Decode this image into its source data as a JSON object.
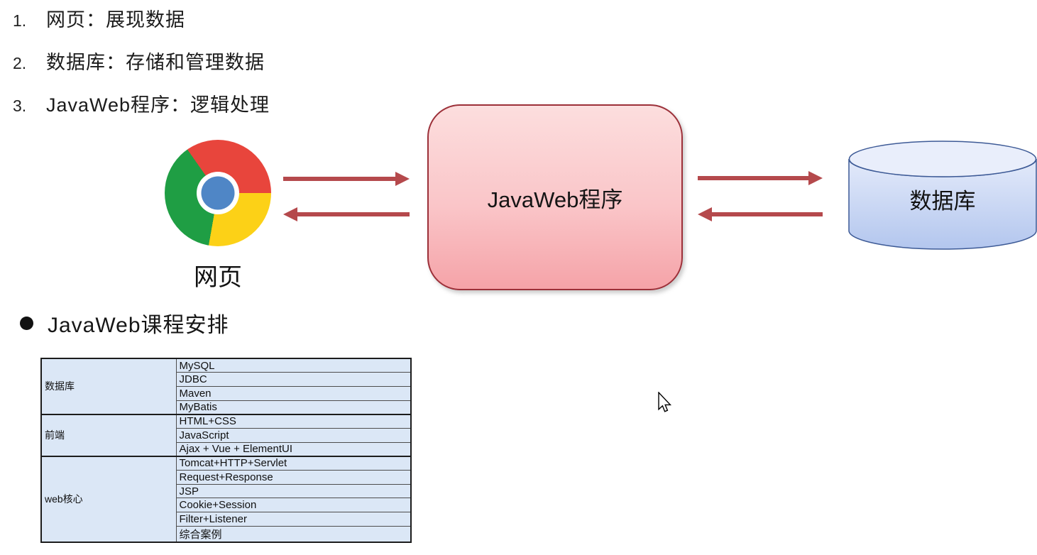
{
  "list": {
    "items": [
      {
        "num": "1.",
        "text": "网页：展现数据"
      },
      {
        "num": "2.",
        "text": "数据库：存储和管理数据"
      },
      {
        "num": "3.",
        "text": "JavaWeb程序：逻辑处理"
      }
    ]
  },
  "diagram": {
    "browser_label": "网页",
    "app_label": "JavaWeb程序",
    "db_label": "数据库"
  },
  "section": {
    "title": "JavaWeb课程安排"
  },
  "course_table": {
    "groups": [
      {
        "category": "数据库",
        "items": [
          "MySQL",
          "JDBC",
          "Maven",
          "MyBatis"
        ]
      },
      {
        "category": "前端",
        "items": [
          "HTML+CSS",
          "JavaScript",
          "Ajax + Vue + ElementUI"
        ]
      },
      {
        "category": "web核心",
        "items": [
          "Tomcat+HTTP+Servlet",
          "Request+Response",
          "JSP",
          "Cookie+Session",
          "Filter+Listener",
          "综合案例"
        ]
      }
    ]
  },
  "colors": {
    "background": "#ffffff",
    "text": "#1b1b1b",
    "arrow": "#b5494c",
    "app_box_border": "#9c3039",
    "app_box_top": "#fcdede",
    "app_box_mid": "#fac5c8",
    "app_box_bottom": "#f5a3a8",
    "cylinder_border": "#3d5a96",
    "cylinder_top": "#e9eefb",
    "cylinder_body_light": "#e3eafa",
    "cylinder_body_dark": "#b3c6ee",
    "table_cell_bg": "#dbe7f6",
    "table_grid": "#4d4d4d",
    "table_grid_strong": "#1c1c1c",
    "chrome_red": "#e8453c",
    "chrome_yellow": "#fcd117",
    "chrome_green": "#1f9e44",
    "chrome_blue": "#4f86c6"
  }
}
